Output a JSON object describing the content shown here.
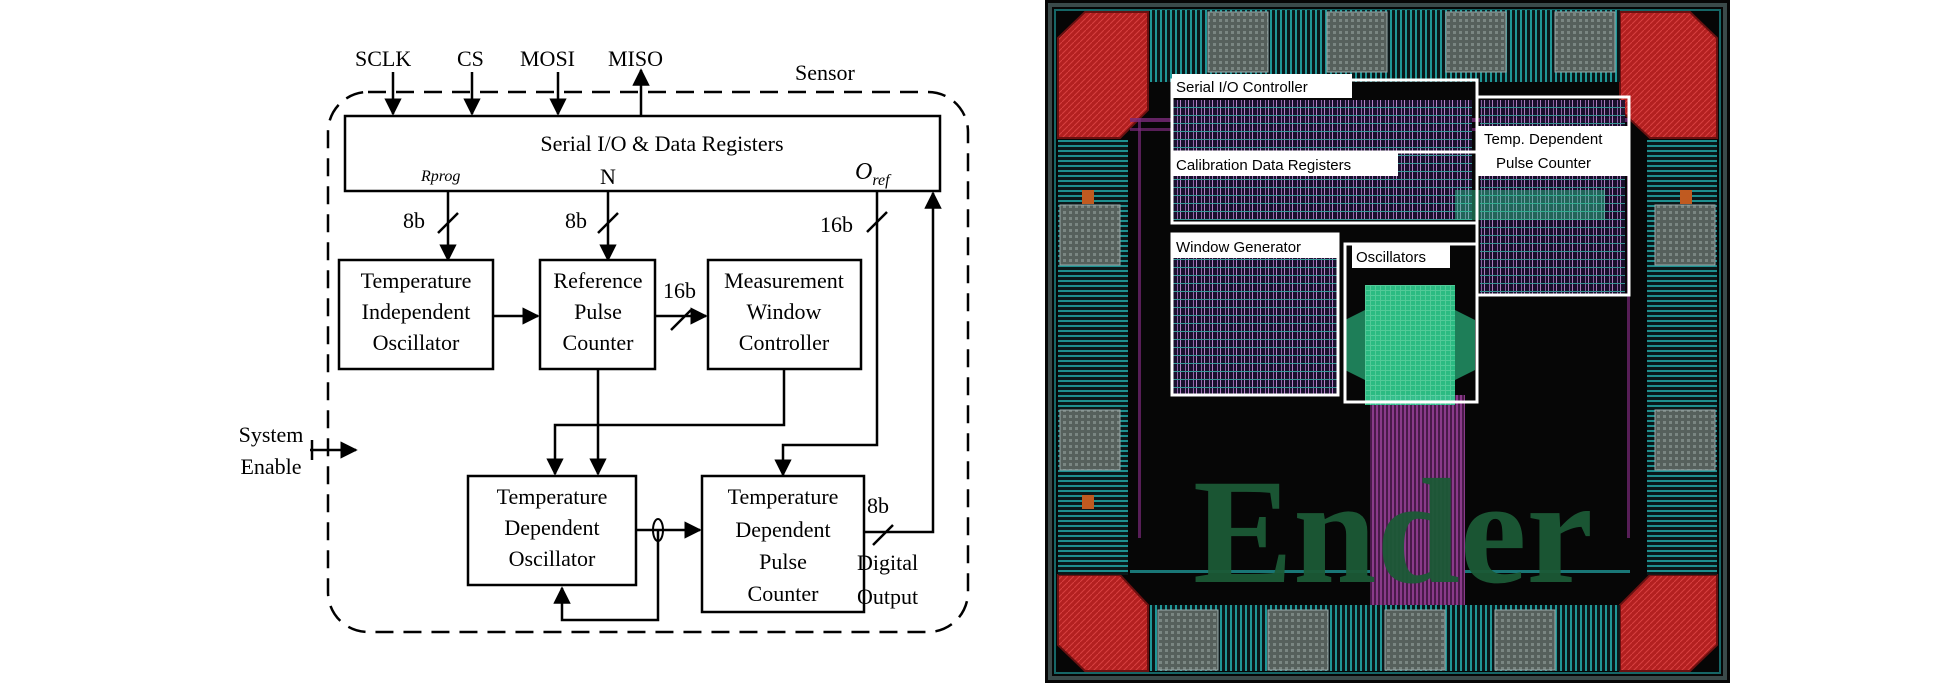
{
  "block_diagram": {
    "inputs": [
      "SCLK",
      "CS",
      "MOSI",
      "MISO"
    ],
    "sensor_label": "Sensor",
    "top_block": "Serial I/O & Data Registers",
    "port_rprog": "Rprog",
    "port_n": "N",
    "port_oref_main": "O",
    "port_oref_sub": "ref",
    "bus_8b": "8b",
    "bus_16b": "16b",
    "temp_indep_osc": [
      "Temperature",
      "Independent",
      "Oscillator"
    ],
    "ref_pulse_counter": [
      "Reference",
      "Pulse",
      "Counter"
    ],
    "meas_window_ctrl": [
      "Measurement",
      "Window",
      "Controller"
    ],
    "temp_dep_osc": [
      "Temperature",
      "Dependent",
      "Oscillator"
    ],
    "temp_dep_counter": [
      "Temperature",
      "Dependent",
      "Pulse",
      "Counter"
    ],
    "system_enable": [
      "System",
      "Enable"
    ],
    "digital_output": [
      "Digital",
      "Output"
    ]
  },
  "chip_layout": {
    "labels": {
      "serial_io": "Serial I/O Controller",
      "calibration": "Calibration Data Registers",
      "temp_counter": [
        "Temp. Dependent",
        "Pulse Counter"
      ],
      "window_gen": "Window Generator",
      "oscillators": "Oscillators"
    },
    "watermark": "Ender",
    "colors": {
      "background": "#060606",
      "pad_red": "#b32020",
      "pad_gray": "#5e6a66",
      "metal_cyan": "#22a7a7",
      "metal_purple": "#7a2a7a",
      "osc_green": "#2fcf90",
      "watermark_green": "#1c5a36"
    }
  }
}
